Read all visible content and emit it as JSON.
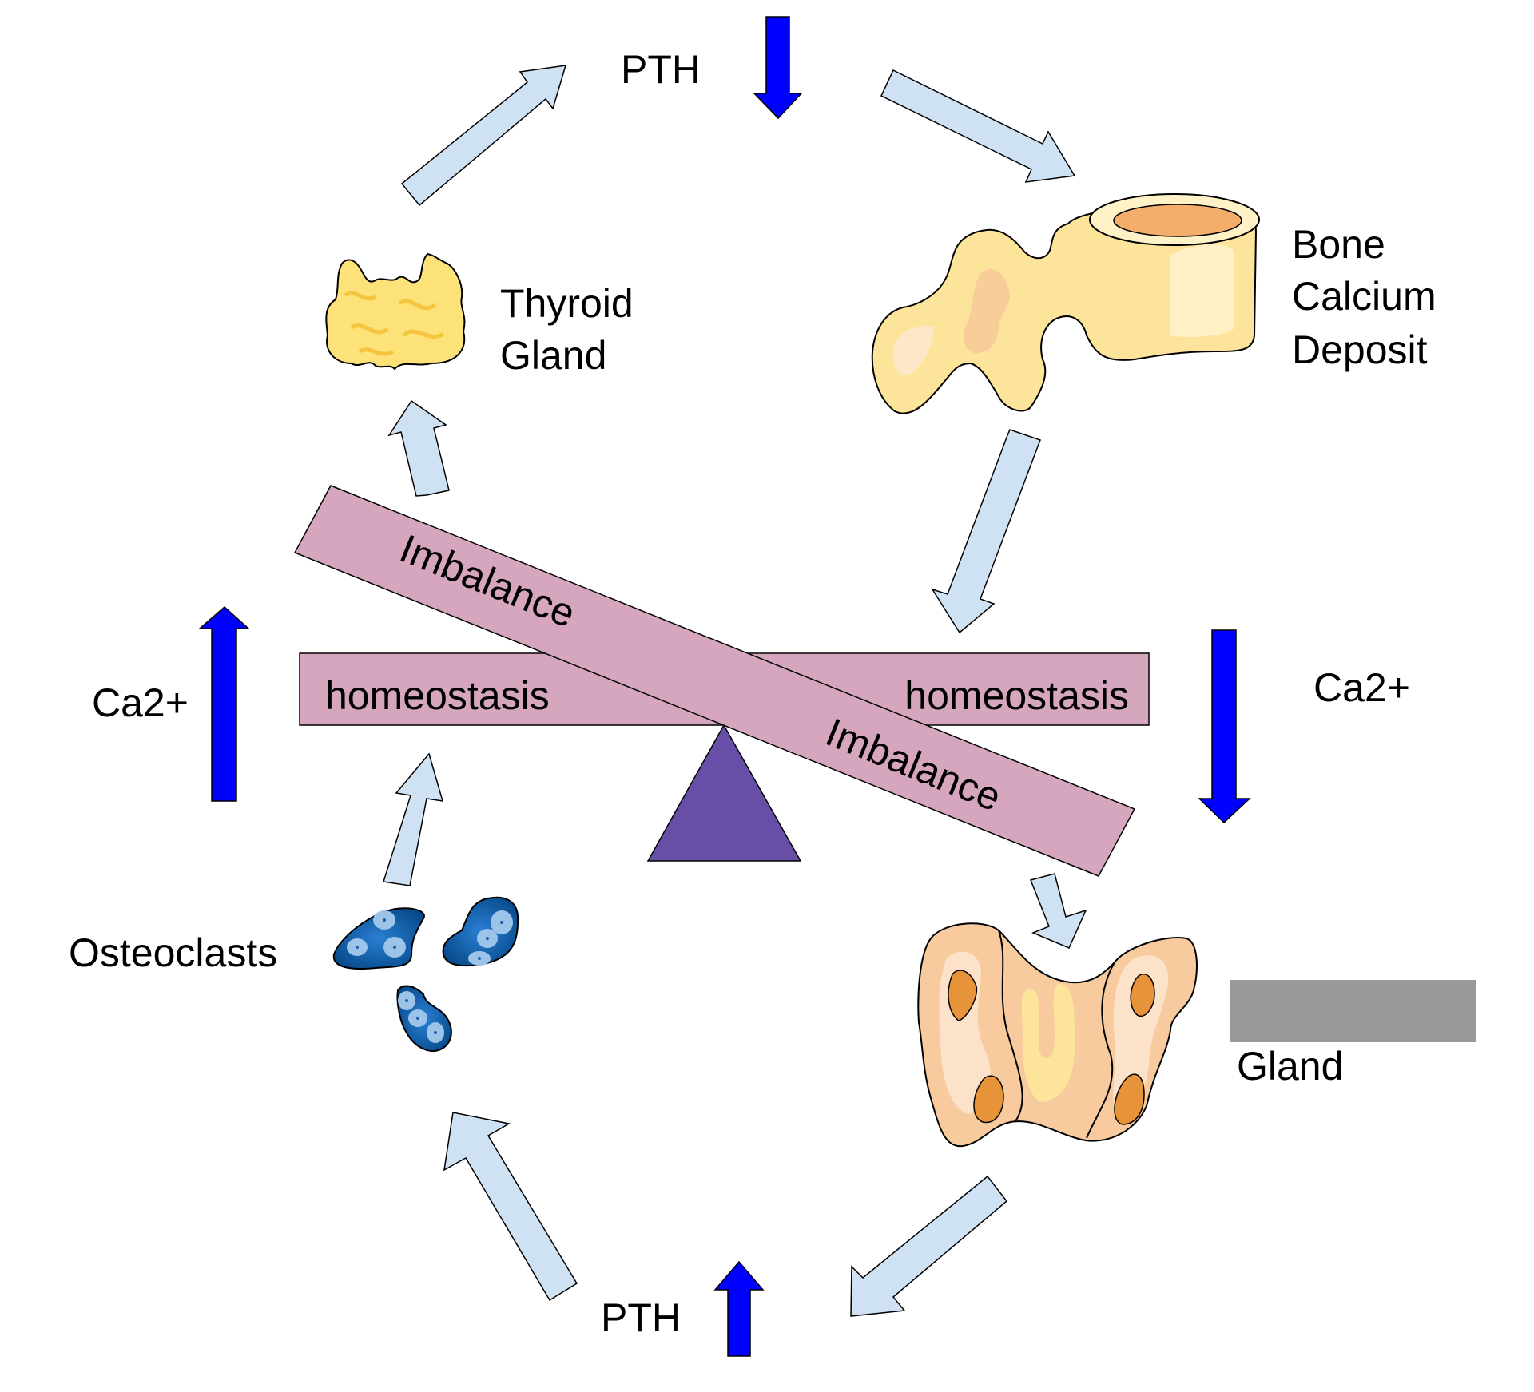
{
  "diagram": {
    "title": "Calcium homeostasis feedback (PTH)",
    "labels": {
      "pth_top": "PTH",
      "pth_bottom": "PTH",
      "thyroid_line1": "Thyroid",
      "thyroid_line2": "Gland",
      "bone_line1": "Bone",
      "bone_line2": "Calcium",
      "bone_line3": "Deposit",
      "ca_left": "Ca2+",
      "ca_right": "Ca2+",
      "osteoclasts": "Osteoclasts",
      "gland": "Gland",
      "homeostasis_left": "homeostasis",
      "homeostasis_right": "homeostasis",
      "imbalance_top": "Imbalance",
      "imbalance_bottom": "Imbalance"
    },
    "indicators": {
      "pth_top": "down",
      "pth_bottom": "up",
      "ca_left": "up",
      "ca_right": "down"
    },
    "colors": {
      "flow_arrow": "#cfe2f3",
      "indicator_arrow": "#0000ff",
      "seesaw_bar": "#d5a6bd",
      "fulcrum": "#674ea7",
      "redacted_box": "#999999",
      "bone": "#fde49b",
      "thyroid": "#fde27a",
      "parathyroid": "#f8cb9f",
      "osteoclast": "#0b5ea8"
    }
  }
}
